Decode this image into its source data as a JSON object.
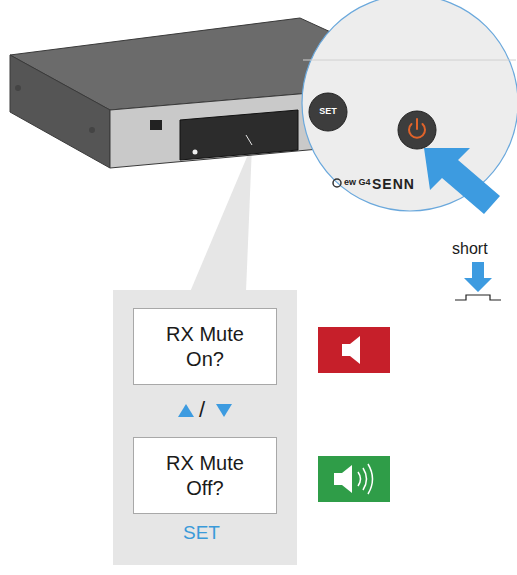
{
  "diagram": {
    "nodes": [
      {
        "text": [
          "SET"
        ]
      },
      {
        "text": [
          "RX Mute On?"
        ]
      },
      {
        "text": [
          "RX Mute Off?"
        ]
      }
    ],
    "labels": [
      "ew G4",
      "SENN",
      "short",
      "/",
      "SET"
    ]
  }
}
